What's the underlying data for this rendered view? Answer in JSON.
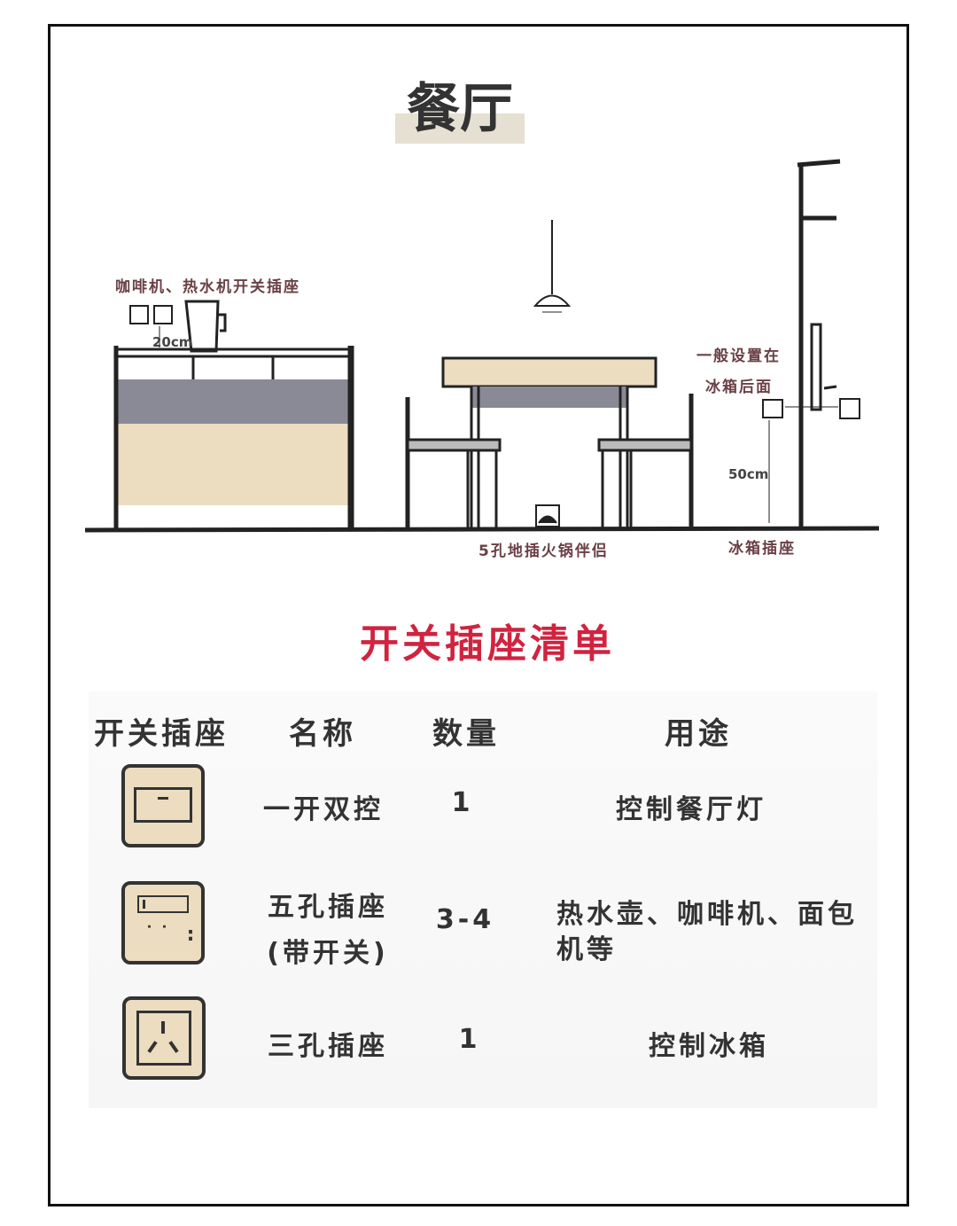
{
  "title": "餐厅",
  "diagram": {
    "coffee_label": "咖啡机、热水机开关插座",
    "height_20": "20cm",
    "fridge_note_1": "一般设置在",
    "fridge_note_2": "冰箱后面",
    "height_50": "50cm",
    "floor_socket_label": "5孔地插火锅伴侣",
    "fridge_socket_label": "冰箱插座"
  },
  "list": {
    "title": "开关插座清单",
    "headers": [
      "开关插座",
      "名称",
      "数量",
      "用途"
    ],
    "rows": [
      {
        "icon": "switch-icon",
        "name": "一开双控",
        "qty": "1",
        "use": "控制餐厅灯"
      },
      {
        "icon": "five-hole-socket-with-switch-icon",
        "name": "五孔插座",
        "name2": "(带开关)",
        "qty": "3-4",
        "use": "热水壶、咖啡机、面包",
        "use2": "机等"
      },
      {
        "icon": "three-hole-socket-icon",
        "name": "三孔插座",
        "qty": "1",
        "use": "控制冰箱"
      }
    ]
  },
  "colors": {
    "accent": "#d1233f",
    "panel": "#ecdcc0",
    "band": "#8a8a96"
  }
}
